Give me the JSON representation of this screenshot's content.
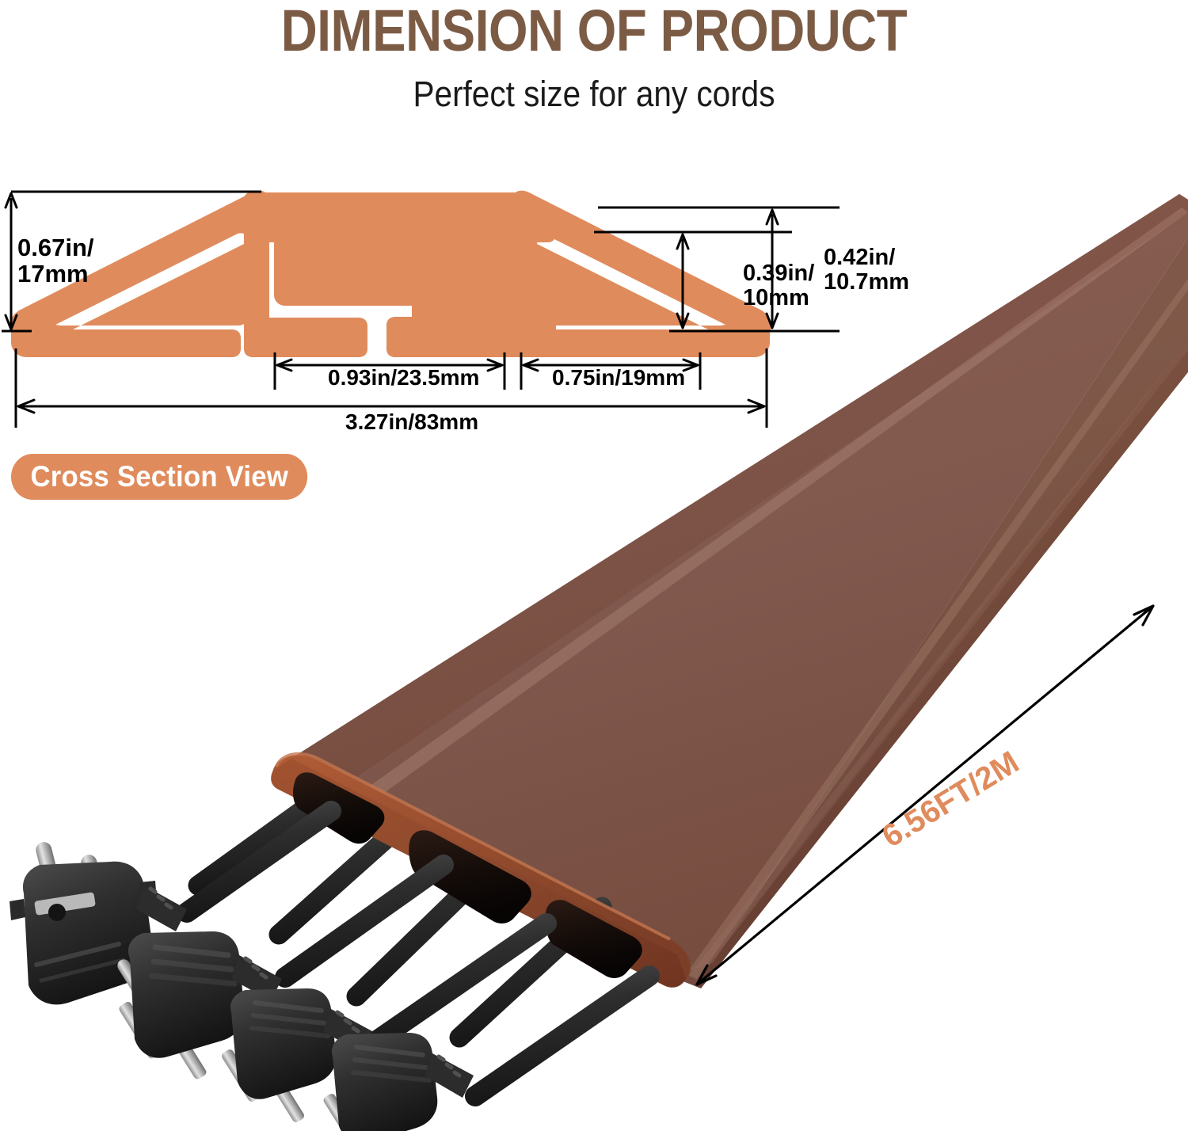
{
  "header": {
    "title": "DIMENSION OF PRODUCT",
    "subtitle": "Perfect size for any cords",
    "title_color": "#7c5b45",
    "subtitle_color": "#1a1a1a"
  },
  "cross_section": {
    "badge_label": "Cross Section View",
    "badge_color": "#e08b5c",
    "profile_color": "#e08b5c",
    "dimensions": {
      "overall_height": "0.67in/\n17mm",
      "middle_channel_width": "0.93in/23.5mm",
      "side_channel_width": "0.75in/19mm",
      "overall_width": "3.27in/83mm",
      "inner_channel_height": "0.39in/\n10mm",
      "outer_edge_height": "0.42in/\n10.7mm"
    }
  },
  "product": {
    "length_label": "6.56FT/2M",
    "length_label_color": "#e08b5c",
    "body_color": "#7d5347",
    "body_color_light": "#9a6a58",
    "body_color_dark": "#5d3a30",
    "channel_rim_color": "#8f4a2e",
    "cable_color": "#2b2b2b",
    "cable_count": 4,
    "plugs": [
      {
        "name": "schuko-eu-plug",
        "type": "CEE 7/7 European"
      },
      {
        "name": "us-3-prong-plug",
        "type": "NEMA 5-15P"
      },
      {
        "name": "us-2-prong-plug-1",
        "type": "NEMA 1-15P"
      },
      {
        "name": "us-2-prong-plug-2",
        "type": "NEMA 1-15P"
      }
    ]
  }
}
